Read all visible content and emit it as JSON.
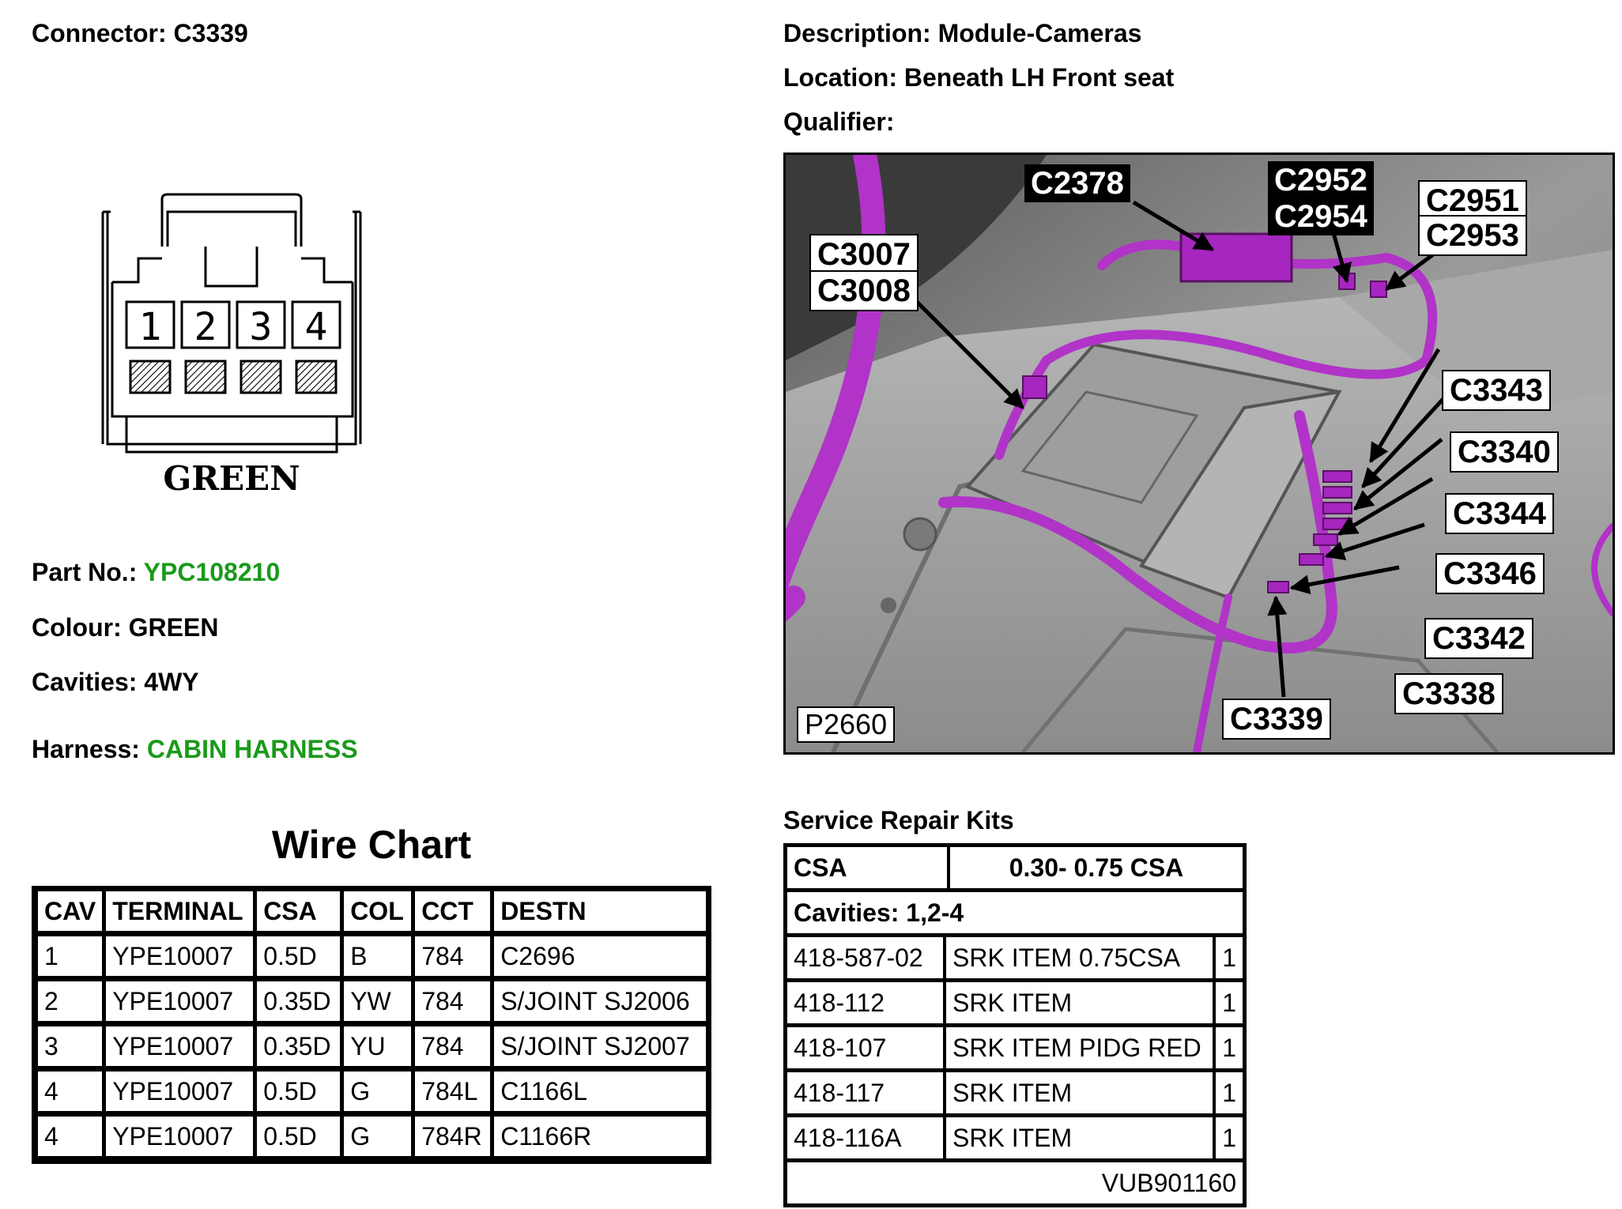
{
  "header": {
    "connector_label": "Connector:",
    "connector_value": "C3339",
    "description_label": "Description:",
    "description_value": "Module-Cameras",
    "location_label": "Location:",
    "location_value": "Beneath LH Front seat",
    "qualifier_label": "Qualifier:",
    "qualifier_value": ""
  },
  "connector": {
    "pins": [
      "1",
      "2",
      "3",
      "4"
    ],
    "colour_text": "GREEN"
  },
  "details": {
    "part_no_label": "Part No.:",
    "part_no_value": "YPC108210",
    "colour_label": "Colour:",
    "colour_value": "GREEN",
    "cavities_label": "Cavities:",
    "cavities_value": "4WY",
    "harness_label": "Harness:",
    "harness_value": "CABIN HARNESS",
    "accent_color": "#1a9a1a"
  },
  "wire_chart": {
    "title": "Wire Chart",
    "headers": [
      "CAV",
      "TERMINAL",
      "CSA",
      "COL",
      "CCT",
      "DESTN"
    ],
    "rows": [
      [
        "1",
        "YPE10007",
        "0.5D",
        "B",
        "784",
        "C2696"
      ],
      [
        "2",
        "YPE10007",
        "0.35D",
        "YW",
        "784",
        "S/JOINT SJ2006"
      ],
      [
        "3",
        "YPE10007",
        "0.35D",
        "YU",
        "784",
        "S/JOINT SJ2007"
      ],
      [
        "4",
        "YPE10007",
        "0.5D",
        "G",
        "784L",
        "C1166L"
      ],
      [
        "4",
        "YPE10007",
        "0.5D",
        "G",
        "784R",
        "C1166R"
      ]
    ]
  },
  "photo": {
    "id": "P2660",
    "harness_color": "#b133c8",
    "callouts": {
      "c2378": "C2378",
      "c2952": "C2952",
      "c2954": "C2954",
      "c2951": "C2951",
      "c2953": "C2953",
      "c3007": "C3007",
      "c3008": "C3008",
      "c3343": "C3343",
      "c3340": "C3340",
      "c3344": "C3344",
      "c3346": "C3346",
      "c3342": "C3342",
      "c3338": "C3338",
      "c3339": "C3339"
    }
  },
  "repair_kits": {
    "title": "Service Repair Kits",
    "csa_label": "CSA",
    "csa_value": "0.30- 0.75 CSA",
    "cavities": "Cavities: 1,2-4",
    "items": [
      [
        "418-587-02",
        "SRK ITEM 0.75CSA",
        "1"
      ],
      [
        "418-112",
        "SRK ITEM",
        "1"
      ],
      [
        "418-107",
        "SRK ITEM PIDG RED",
        "1"
      ],
      [
        "418-117",
        "SRK ITEM",
        "1"
      ],
      [
        "418-116A",
        "SRK ITEM",
        "1"
      ]
    ],
    "footer": "VUB901160"
  }
}
